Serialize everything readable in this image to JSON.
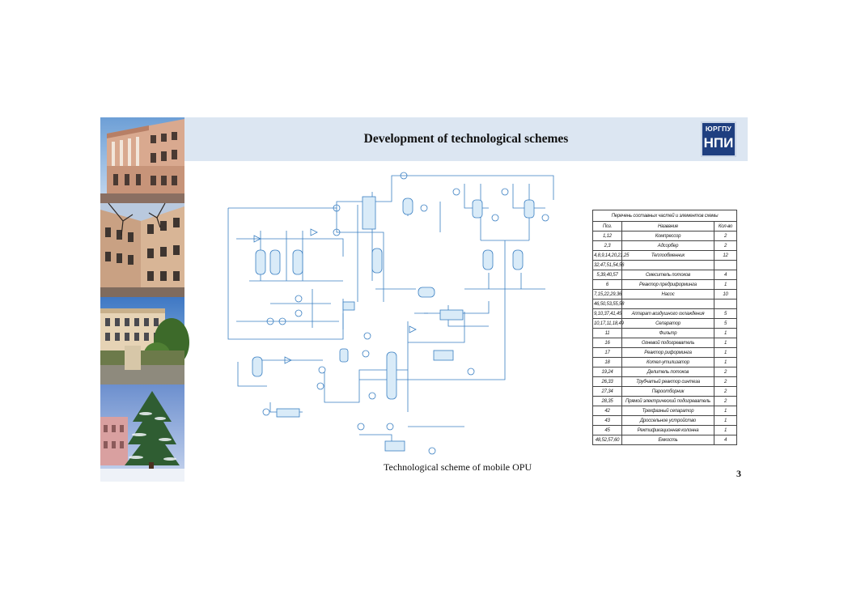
{
  "slide": {
    "title": "Development of technological schemes",
    "caption": "Technological  scheme  of mobile OPU",
    "page_number": "3",
    "logo": {
      "line1": "ЮРГПУ",
      "line2": "НПИ",
      "color": "#1f3f80"
    },
    "header_color": "#dce6f2"
  },
  "photos": [
    {
      "name": "university-main-building-photo"
    },
    {
      "name": "university-courtyard-photo"
    },
    {
      "name": "university-campus-building-photo"
    },
    {
      "name": "winter-pine-tree-photo"
    }
  ],
  "spec_table": {
    "caption": "Перечень составных частей и элементов схемы",
    "headers": [
      "Поз.",
      "Название",
      "Кол-во"
    ],
    "rows": [
      [
        "1,12",
        "Компрессор",
        "2"
      ],
      [
        "2,3",
        "Адсорбер",
        "2"
      ],
      [
        "4,8,9,14,20,21,25",
        "Теплообменник",
        "12"
      ],
      [
        "32,47,51,54,56",
        "",
        ""
      ],
      [
        "5,39,40,57",
        "Смеситель потоков",
        "4"
      ],
      [
        "6",
        "Реактор предриформинга",
        "1"
      ],
      [
        "7,15,22,29,36",
        "Насос",
        "10"
      ],
      [
        "46,50,53,55,58",
        "",
        ""
      ],
      [
        "9,10,37,41,45",
        "Аппарат воздушного охлаждения",
        "5"
      ],
      [
        "10,17,11,18,49",
        "Сепаратор",
        "5"
      ],
      [
        "11",
        "Фильтр",
        "1"
      ],
      [
        "16",
        "Огневой подогреватель",
        "1"
      ],
      [
        "17",
        "Реактор риформинга",
        "1"
      ],
      [
        "18",
        "Котел-утилизатор",
        "1"
      ],
      [
        "19,24",
        "Делитель потоков",
        "2"
      ],
      [
        "26,33",
        "Трубчатый реактор синтеза",
        "2"
      ],
      [
        "27,34",
        "Пароотборник",
        "2"
      ],
      [
        "28,35",
        "Прямой электрический подогреватель",
        "2"
      ],
      [
        "42",
        "Трехфазный сепаратор",
        "1"
      ],
      [
        "43",
        "Дроссельное устройство",
        "1"
      ],
      [
        "45",
        "Ректификационная колонна",
        "1"
      ],
      [
        "48,52,57,60",
        "Емкость",
        "4"
      ]
    ]
  },
  "scheme": {
    "line_color": "#3a7fc2",
    "equipment_fill": "#d9ebf8"
  }
}
